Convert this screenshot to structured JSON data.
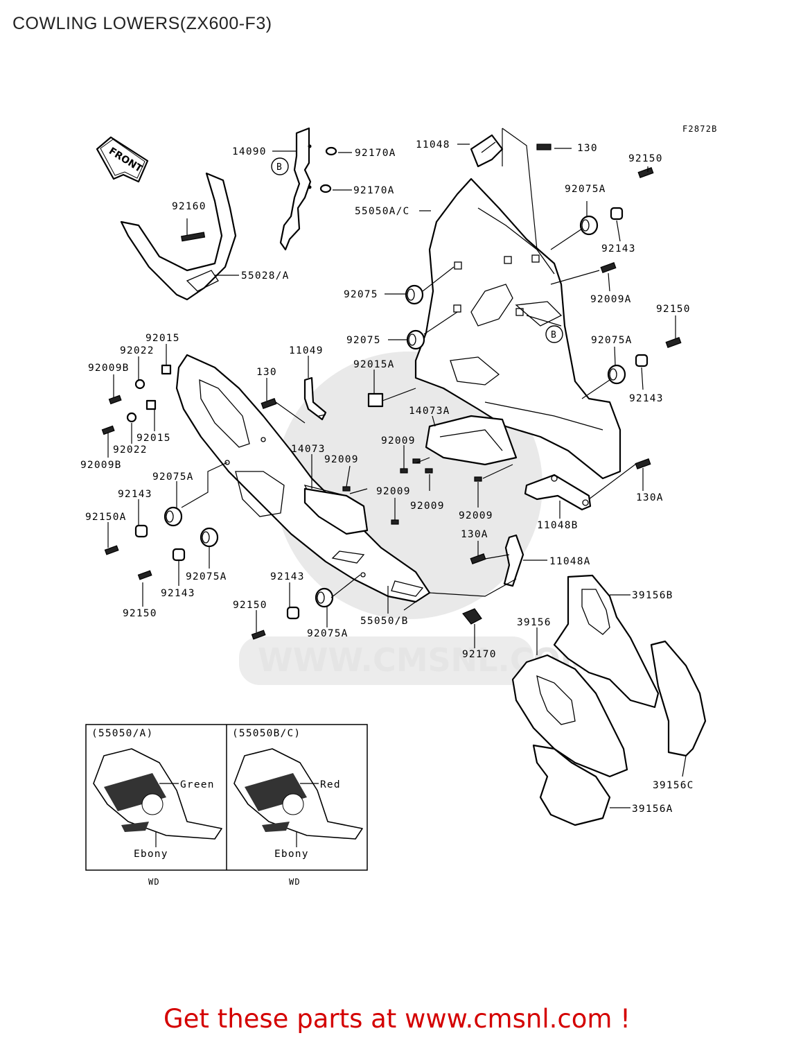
{
  "title": "COWLING LOWERS(ZX600-F3)",
  "figure_code": "F2872B",
  "front_arrow_text": "FRONT",
  "watermark": "WWW.CMSNL.COM",
  "cta": "Get these parts at www.cmsnl.com !",
  "callout_b": "B",
  "labels": {
    "l14090": "14090",
    "l92170A_1": "92170A",
    "l92170A_2": "92170A",
    "l11048": "11048",
    "l130_top": "130",
    "l92150_top": "92150",
    "l55050AC": "55050A/C",
    "l92160": "92160",
    "l92075A_1": "92075A",
    "l92143_1": "92143",
    "l55028A": "55028/A",
    "l92075_1": "92075",
    "l92009A": "92009A",
    "l92150_2": "92150",
    "l92075_2": "92075",
    "l92075A_2": "92075A",
    "l92015_1": "92015",
    "l11049": "11049",
    "l92022_1": "92022",
    "l92015A": "92015A",
    "l92009B_1": "92009B",
    "l130_mid": "130",
    "l92143_2": "92143",
    "l14073A": "14073A",
    "l92015_2": "92015",
    "l92022_2": "92022",
    "l92009_1": "92009",
    "l14073": "14073",
    "l92009B_2": "92009B",
    "l92009_2": "92009",
    "l92075A_3": "92075A",
    "l92009_3": "92009",
    "l92009_4": "92009",
    "l92143_3": "92143",
    "l92009_5": "92009",
    "l130A_1": "130A",
    "l92150A": "92150A",
    "l11048B": "11048B",
    "l130A_2": "130A",
    "l11048A": "11048A",
    "l92075A_4": "92075A",
    "l92143_4": "92143",
    "l92143_5": "92143",
    "l39156B": "39156B",
    "l92150_3": "92150",
    "l55050B": "55050/B",
    "l39156": "39156",
    "l92150_4": "92150",
    "l92075A_5": "92075A",
    "l92170": "92170",
    "l39156C": "39156C",
    "l39156A": "39156A"
  },
  "variants": [
    {
      "header": "(55050/A)",
      "stripe": "Green",
      "base": "Ebony",
      "code": "WD"
    },
    {
      "header": "(55050B/C)",
      "stripe": "Red",
      "base": "Ebony",
      "code": "WD"
    }
  ]
}
